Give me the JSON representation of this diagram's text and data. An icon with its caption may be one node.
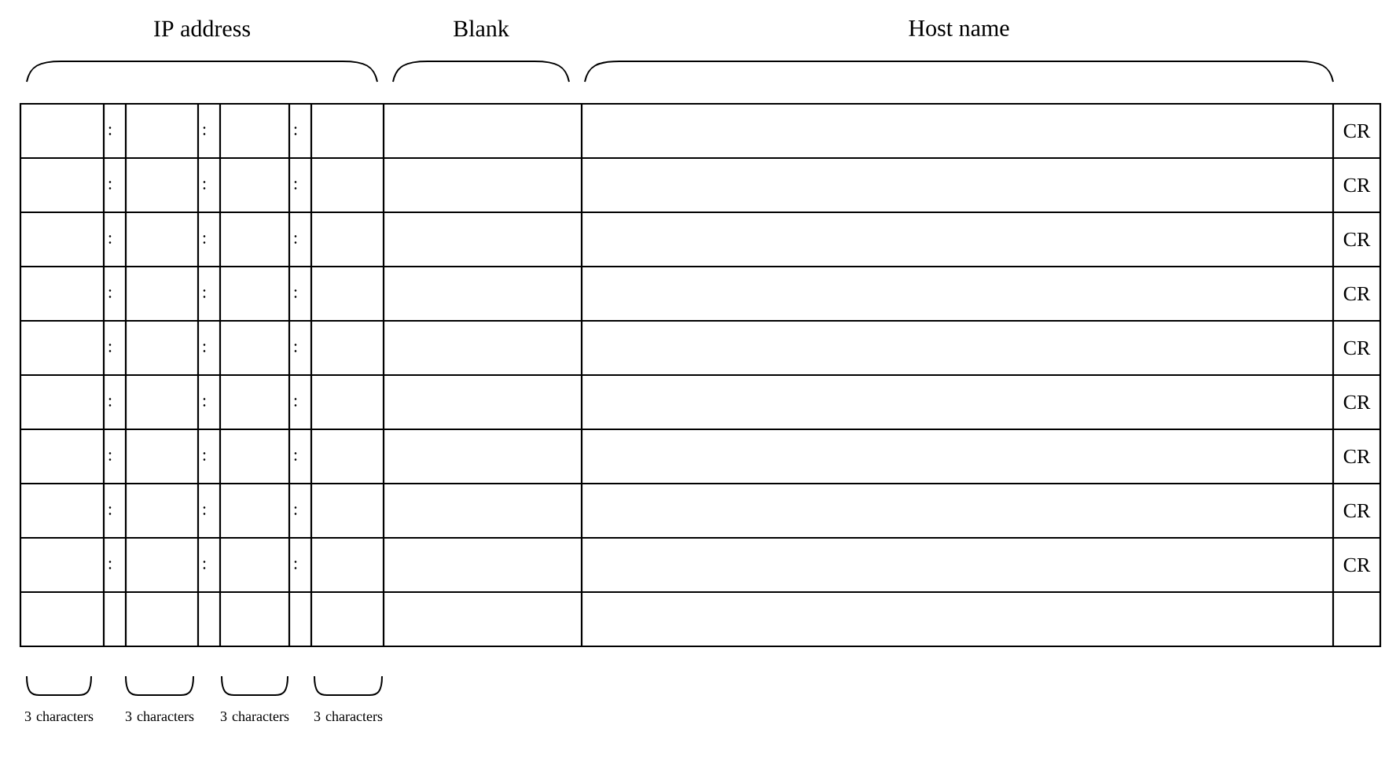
{
  "diagram": {
    "labels": [
      "IP address",
      "Blank",
      "Host name",
      ":",
      ":",
      ":",
      "CR",
      ":",
      ":",
      ":",
      "CR",
      ":",
      ":",
      ":",
      "CR",
      ":",
      ":",
      ":",
      "CR",
      ":",
      ":",
      ":",
      "CR",
      ":",
      ":",
      ":",
      "CR",
      ":",
      ":",
      ":",
      "CR",
      ":",
      ":",
      ":",
      "CR",
      ":",
      ":",
      ":",
      "CR",
      "3 characters",
      "3 characters",
      "3 characters",
      "3 characters"
    ]
  }
}
